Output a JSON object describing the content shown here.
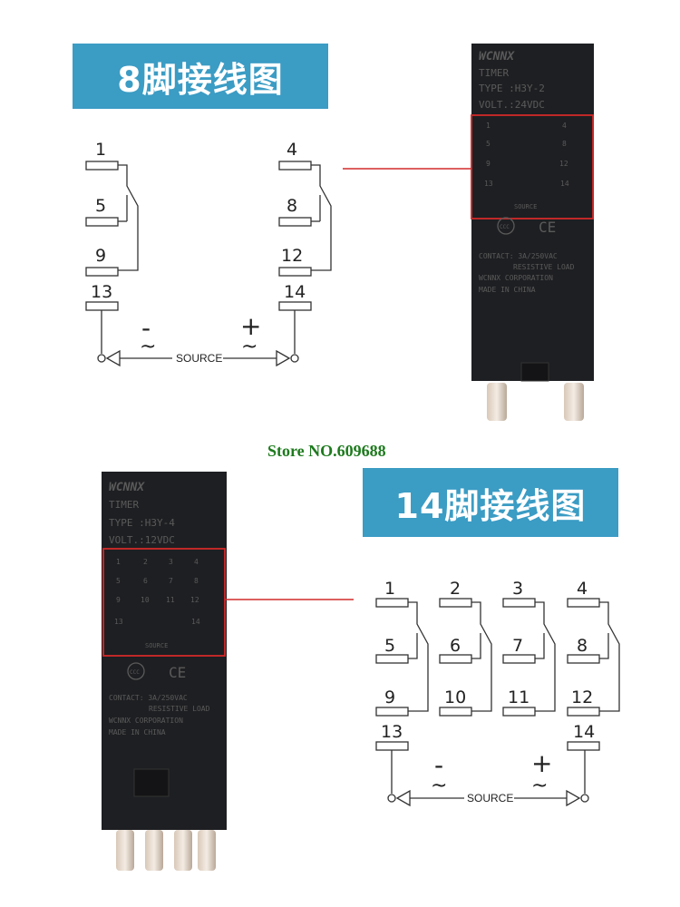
{
  "banner_8": {
    "title": "8脚接线图"
  },
  "banner_14": {
    "title": "14脚接线图"
  },
  "store": "Store NO.609688",
  "diagram_8": {
    "group_a": {
      "pins": [
        "1",
        "5",
        "9"
      ]
    },
    "group_b": {
      "pins": [
        "4",
        "8",
        "12"
      ]
    },
    "supply": {
      "left_pin": "13",
      "right_pin": "14",
      "minus": "-",
      "plus": "+",
      "tilde": "~",
      "source": "SOURCE"
    }
  },
  "diagram_14": {
    "groups": [
      {
        "pins": [
          "1",
          "5",
          "9"
        ]
      },
      {
        "pins": [
          "2",
          "6",
          "10"
        ]
      },
      {
        "pins": [
          "3",
          "7",
          "11"
        ]
      },
      {
        "pins": [
          "4",
          "8",
          "12"
        ]
      }
    ],
    "supply": {
      "left_pin": "13",
      "right_pin": "14",
      "minus": "-",
      "plus": "+",
      "tilde": "~",
      "source": "SOURCE"
    }
  },
  "device_8": {
    "brand": "WCNNX",
    "line1": "TIMER",
    "line2": "TYPE :H3Y-2",
    "line3": "VOLT.:24VDC",
    "pins": [
      "1",
      "4",
      "5",
      "8",
      "9",
      "12",
      "13",
      "14"
    ],
    "source": "SOURCE",
    "contact": "CONTACT:  3A/250VAC",
    "load": "RESISTIVE LOAD",
    "corp": "WCNNX CORPORATION",
    "made": "MADE IN CHINA",
    "ccc": "CCC",
    "ce": "CE"
  },
  "device_14": {
    "brand": "WCNNX",
    "line1": "TIMER",
    "line2": "TYPE :H3Y-4",
    "line3": "VOLT.:12VDC",
    "pins": [
      "1",
      "2",
      "3",
      "4",
      "5",
      "6",
      "7",
      "8",
      "9",
      "10",
      "11",
      "12",
      "13",
      "14"
    ],
    "source": "SOURCE",
    "contact": "CONTACT:  3A/250VAC",
    "load": "RESISTIVE LOAD",
    "corp": "WCNNX CORPORATION",
    "made": "MADE IN CHINA",
    "ccc": "CCC",
    "ce": "CE"
  },
  "colors": {
    "banner": "#3b9cc4",
    "highlight": "#d22a2a",
    "device": "#1e1f22",
    "store": "#1d7a1d"
  }
}
